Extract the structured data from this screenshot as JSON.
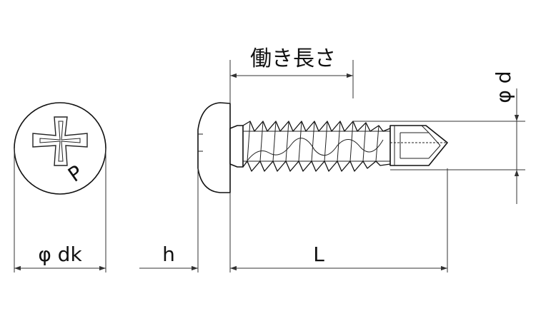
{
  "labels": {
    "working_length": "働き長さ",
    "shank_diameter": "φ d",
    "head_diameter": "φ dk",
    "head_height": "h",
    "length": "L",
    "head_mark": "P"
  },
  "colors": {
    "line": "#111111",
    "background": "#ffffff"
  }
}
